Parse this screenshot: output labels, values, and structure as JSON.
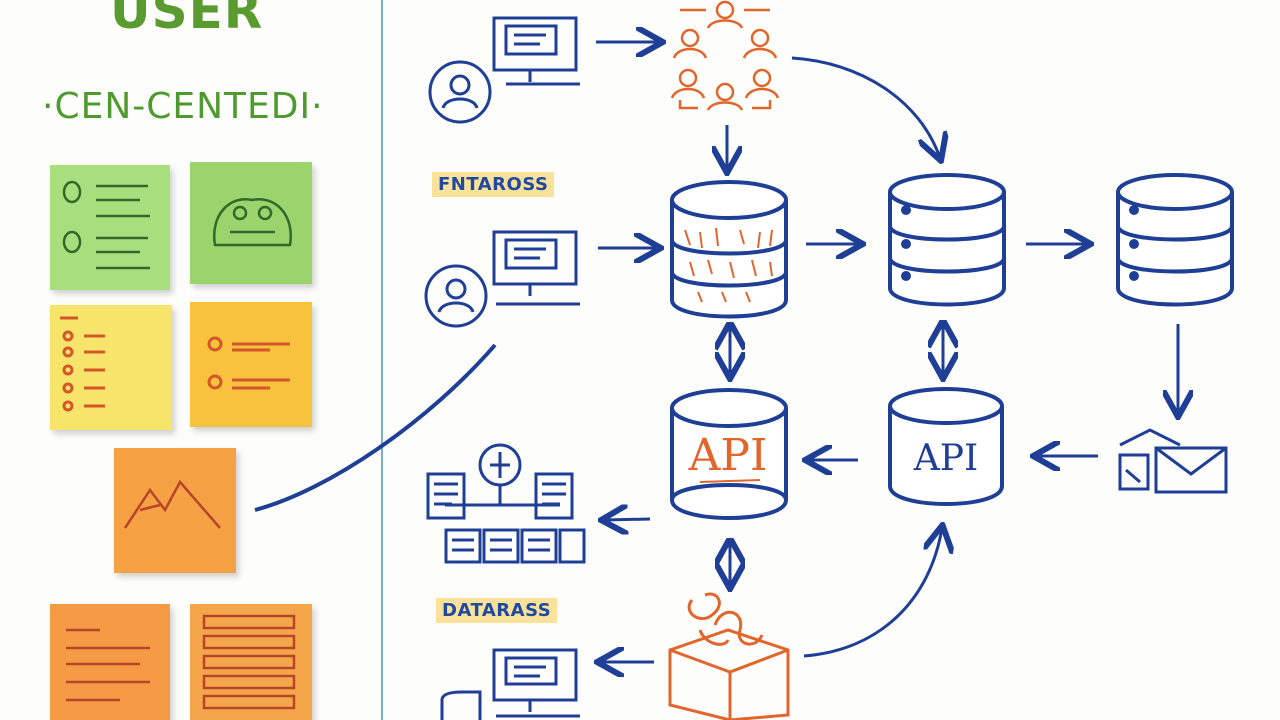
{
  "title": {
    "line1": "USER",
    "line2": "·CEN-CENTEDI·"
  },
  "labels": {
    "upper_tag": "FNTAROSS",
    "lower_tag": "DATARASS",
    "api_center": "API",
    "api_right": "API"
  },
  "colors": {
    "blue_ink": "#1f3f96",
    "orange_ink": "#e0662c",
    "green_ink": "#5a9b2f",
    "note_green": "#a7dd7c",
    "note_green2": "#9fd56e",
    "note_yellow": "#f9e36a",
    "note_orange": "#f7a23b",
    "note_orange2": "#f59a45"
  }
}
